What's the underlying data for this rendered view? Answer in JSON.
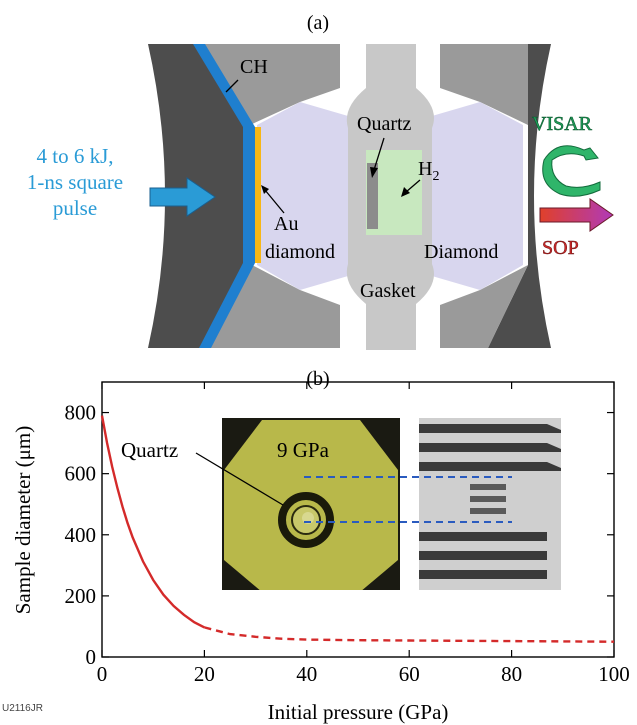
{
  "figure_id": "U2116JR",
  "panel_a": {
    "label": "(a)",
    "labels": {
      "ch": "CH",
      "quartz": "Quartz",
      "h2_base": "H",
      "h2_sub": "2",
      "au": "Au",
      "diamond_left": "diamond",
      "diamond_right": "Diamond",
      "gasket": "Gasket",
      "visar": "VISAR",
      "sop": "SOP",
      "pulse_line1": "4 to 6 kJ,",
      "pulse_line2": "1-ns square",
      "pulse_line3": "pulse"
    },
    "colors": {
      "anvil_outer": "#4d4d4d",
      "anvil_inner": "#9a9a9a",
      "diamond": "#d8d6ee",
      "gasket": "#c8c8c8",
      "h2_cell": "#c8e8bf",
      "quartz": "#8c8c8c",
      "ch_layer": "#1f7fcf",
      "au_layer": "#f7b716",
      "pulse_text": "#2a9bd6",
      "pulse_arrow": "#2a9bd6",
      "visar": "#1e9f5a",
      "sop": "#cc2a2a"
    }
  },
  "panel_b": {
    "label": "(b)",
    "inset_labels": {
      "quartz": "Quartz",
      "pressure": "9 GPa"
    },
    "colors": {
      "curve": "#d42a2a",
      "dashed_guides": "#2a5bbf",
      "photo": "#b8b84a"
    }
  },
  "chart_data": {
    "type": "line",
    "title": "",
    "xlabel": "Initial pressure (GPa)",
    "ylabel": "Sample diameter (μm)",
    "xlim": [
      0,
      100
    ],
    "ylim": [
      0,
      900
    ],
    "xticks": [
      0,
      20,
      40,
      60,
      80,
      100
    ],
    "yticks": [
      0,
      200,
      400,
      600,
      800
    ],
    "grid": false,
    "series": [
      {
        "style": "solid",
        "x": [
          0,
          1,
          2,
          3,
          4,
          5,
          6,
          8,
          10,
          12,
          14,
          16,
          18,
          20
        ],
        "y": [
          790,
          700,
          622,
          553,
          492,
          438,
          391,
          313,
          252,
          204,
          167,
          138,
          114,
          97
        ]
      },
      {
        "style": "dashed",
        "x": [
          20,
          25,
          30,
          35,
          40,
          50,
          60,
          70,
          80,
          90,
          100
        ],
        "y": [
          97,
          75,
          66,
          60,
          57,
          55,
          54,
          53,
          52,
          51,
          50
        ]
      }
    ]
  }
}
